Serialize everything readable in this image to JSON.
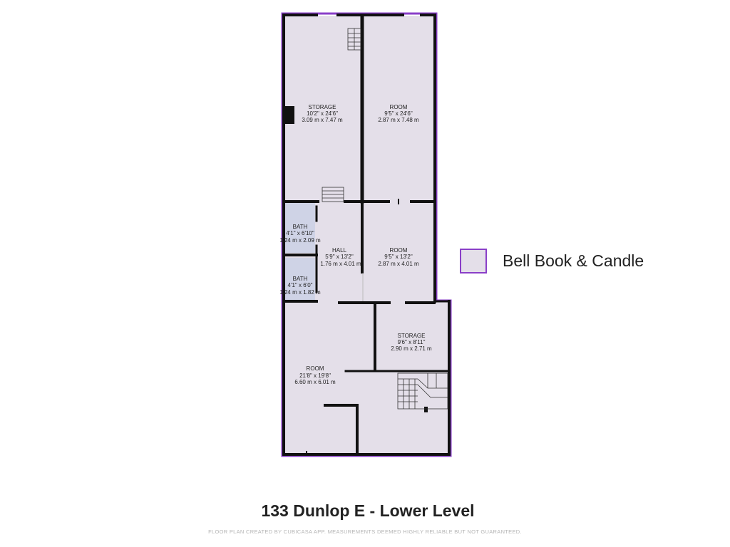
{
  "colors": {
    "floor": "#e4dfe9",
    "bath_floor": "#cfd3e6",
    "outline": "#8a3fc8",
    "wall": "#111111"
  },
  "rooms": [
    {
      "id": "storage-north",
      "name": "STORAGE",
      "imperial": "10'2\" x 24'6\"",
      "metric": "3.09 m x 7.47 m"
    },
    {
      "id": "room-north",
      "name": "ROOM",
      "imperial": "9'5\" x 24'6\"",
      "metric": "2.87 m x 7.48 m"
    },
    {
      "id": "bath-upper",
      "name": "BATH",
      "imperial": "4'1\" x 6'10\"",
      "metric": "1.24 m x 2.09 m"
    },
    {
      "id": "hall",
      "name": "HALL",
      "imperial": "5'9\" x 13'2\"",
      "metric": "1.76 m x 4.01 m"
    },
    {
      "id": "room-middle",
      "name": "ROOM",
      "imperial": "9'5\" x 13'2\"",
      "metric": "2.87 m x 4.01 m"
    },
    {
      "id": "bath-lower",
      "name": "BATH",
      "imperial": "4'1\" x 6'0\"",
      "metric": "1.24 m x 1.82 m"
    },
    {
      "id": "storage-south",
      "name": "STORAGE",
      "imperial": "9'6\" x 8'11\"",
      "metric": "2.90 m x 2.71 m"
    },
    {
      "id": "room-south",
      "name": "ROOM",
      "imperial": "21'8\" x 19'8\"",
      "metric": "6.60 m x 6.01 m"
    }
  ],
  "legend": {
    "label": "Bell Book & Candle",
    "color": "#8a3fc8",
    "fill": "#e4dfe9"
  },
  "title": "133 Dunlop E - Lower Level",
  "footer": "FLOOR PLAN CREATED BY CUBICASA APP. MEASUREMENTS DEEMED HIGHLY RELIABLE BUT NOT GUARANTEED."
}
